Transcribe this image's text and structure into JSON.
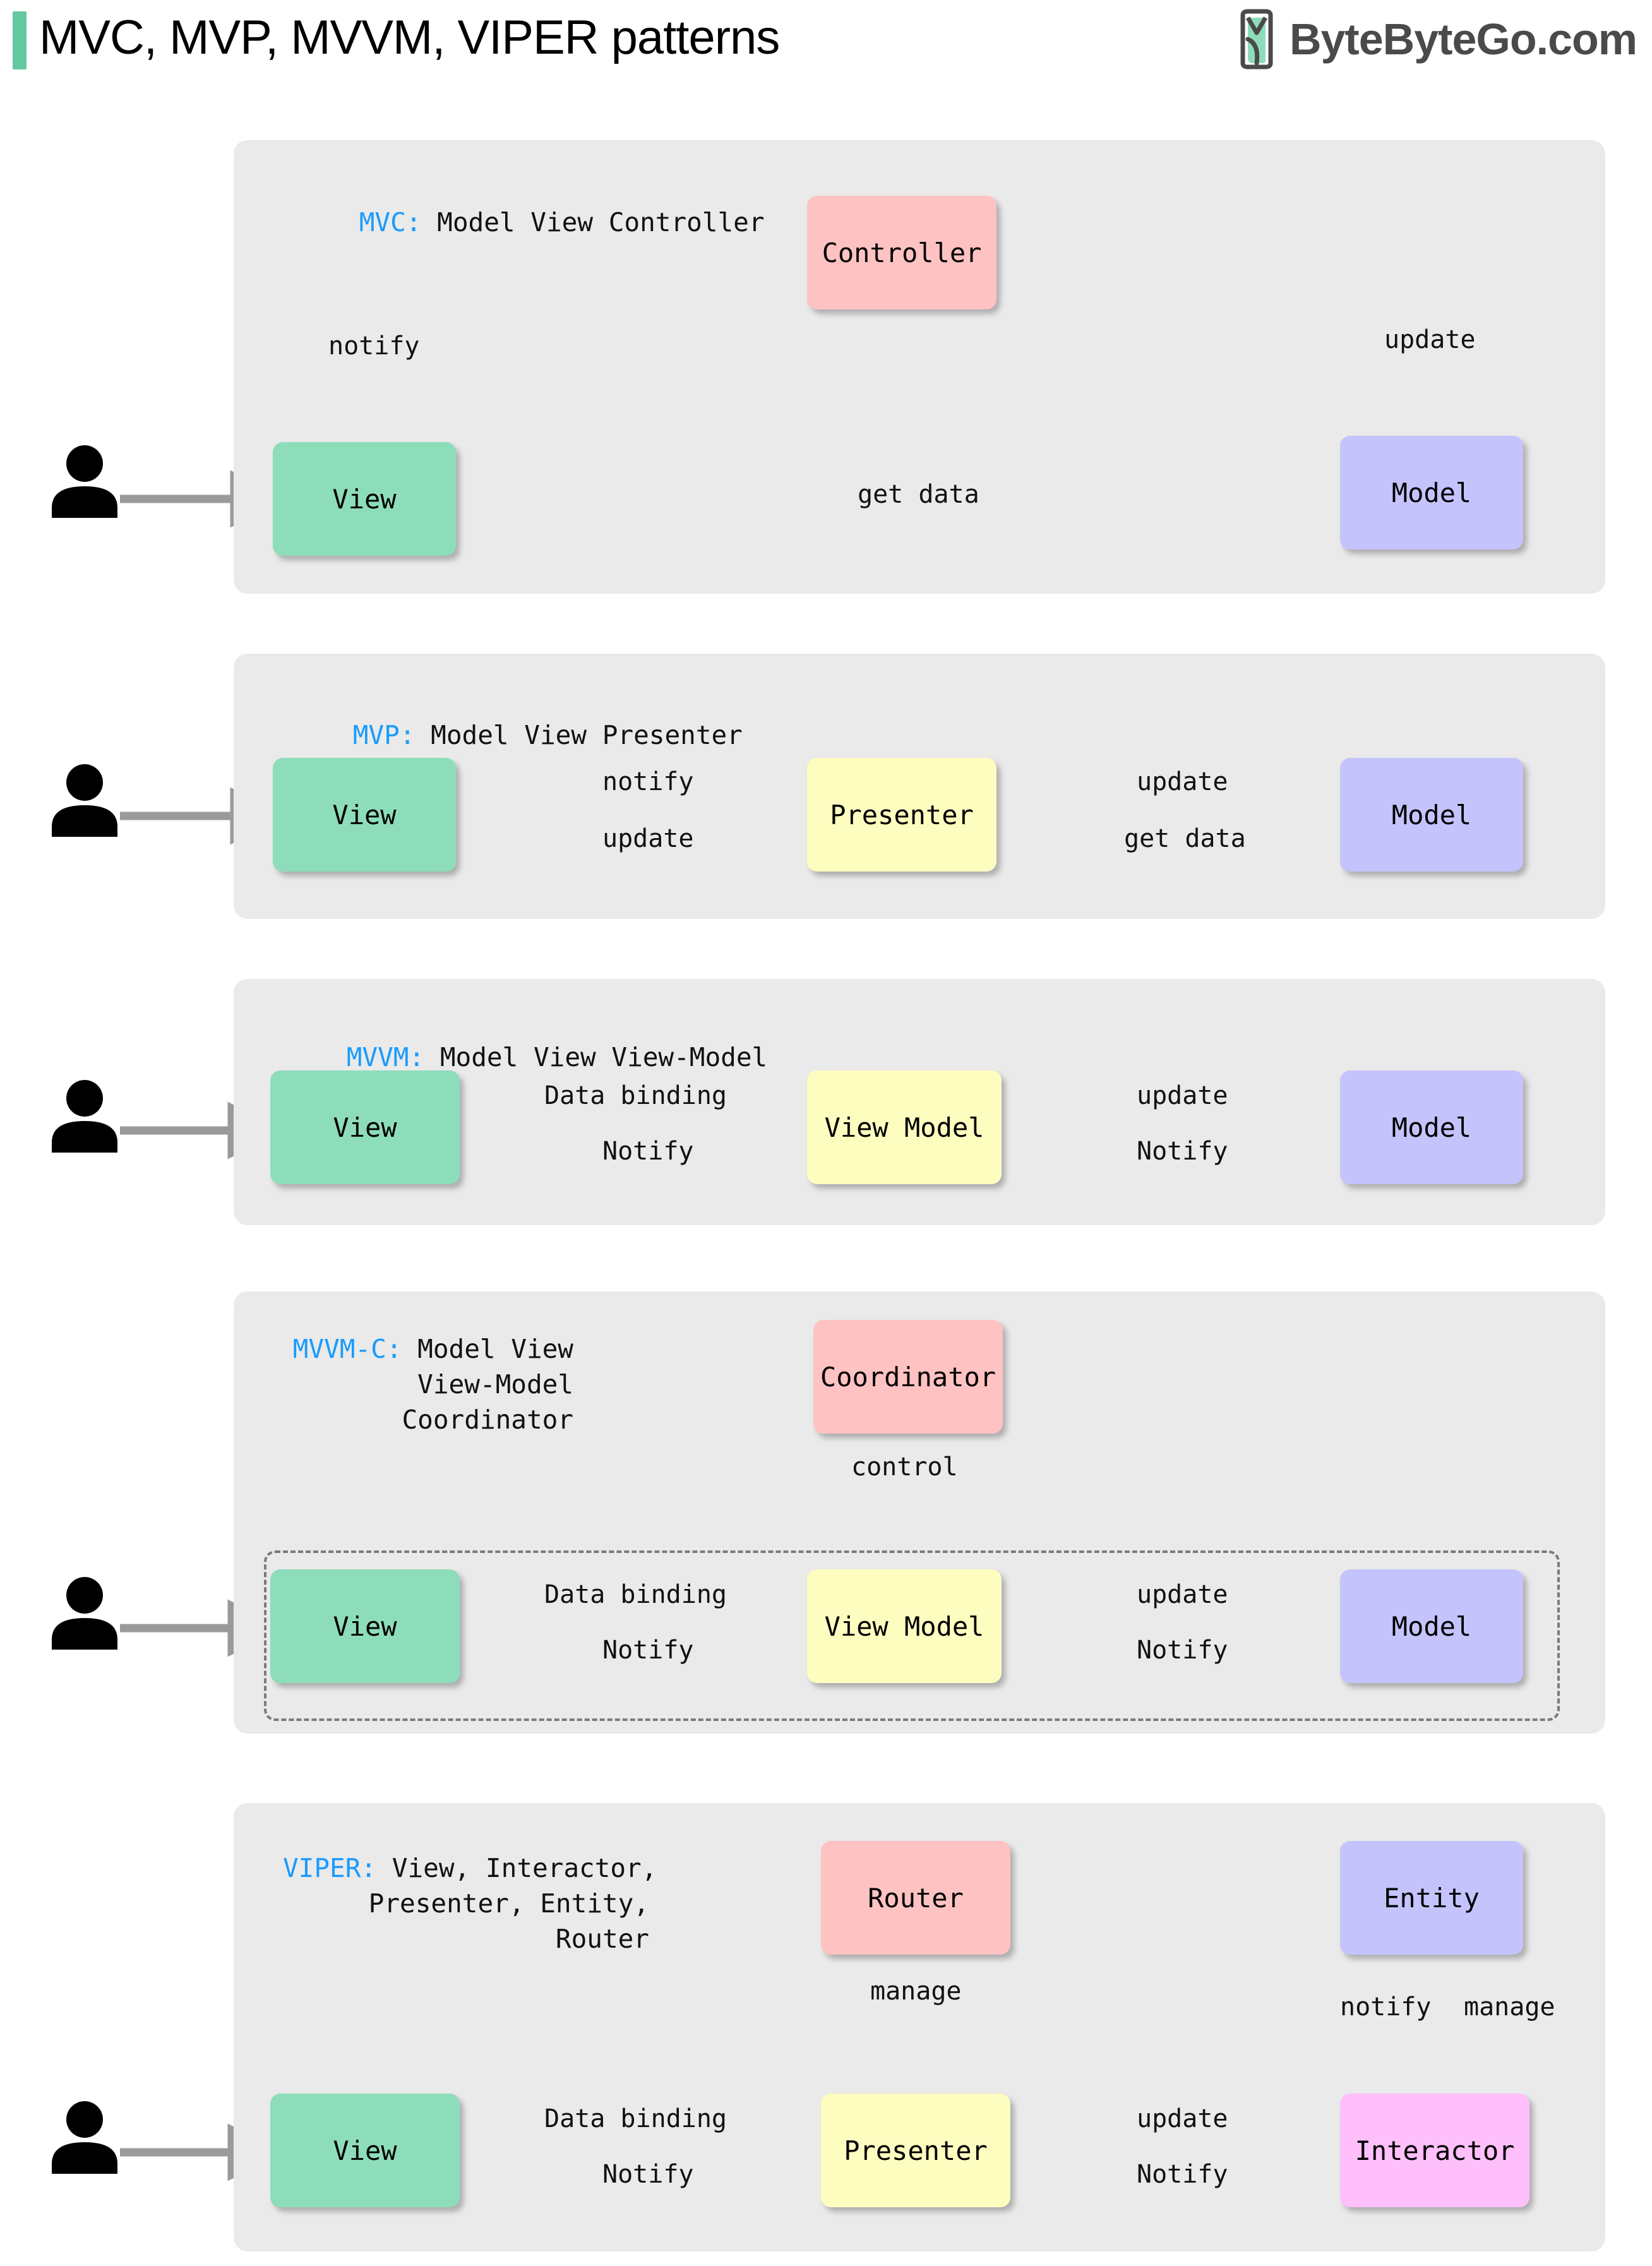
{
  "header": {
    "title": "MVC, MVP, MVVM, VIPER patterns",
    "accent_color": "#63c8a0",
    "brand_text": "ByteByteGo.com",
    "brand_icon": "bytebytego-logo-icon",
    "brand_color": "#4a4a4a"
  },
  "palette": {
    "panel_bg": "#eaeaea",
    "view": "#8eddba",
    "model": "#c5c3fc",
    "controller": "#ffc2c2",
    "presenter": "#fdfdc0",
    "interactor": "#ffbffa",
    "arrow": "#9a9a9a",
    "key_label": "#1a9bfc"
  },
  "sections": [
    {
      "id": "mvc",
      "key": "MVC:",
      "expansion": " Model View Controller",
      "nodes": [
        {
          "id": "view",
          "label": "View",
          "type": "view"
        },
        {
          "id": "controller",
          "label": "Controller",
          "type": "controller"
        },
        {
          "id": "model",
          "label": "Model",
          "type": "model"
        }
      ],
      "edges": [
        {
          "from": "view",
          "to": "controller",
          "label": "notify",
          "style": "solid"
        },
        {
          "from": "controller",
          "to": "model",
          "label": "update",
          "style": "solid"
        },
        {
          "from": "model",
          "to": "view",
          "label": "get data",
          "style": "solid"
        },
        {
          "from": "user",
          "to": "view",
          "label": "",
          "style": "solid"
        }
      ]
    },
    {
      "id": "mvp",
      "key": "MVP:",
      "expansion": " Model View Presenter",
      "nodes": [
        {
          "id": "view",
          "label": "View",
          "type": "view"
        },
        {
          "id": "presenter",
          "label": "Presenter",
          "type": "presenter"
        },
        {
          "id": "model",
          "label": "Model",
          "type": "model"
        }
      ],
      "edges": [
        {
          "from": "view",
          "to": "presenter",
          "label": "notify",
          "style": "solid"
        },
        {
          "from": "presenter",
          "to": "model",
          "label": "update",
          "style": "solid"
        },
        {
          "from": "presenter",
          "to": "view",
          "label": "update",
          "style": "solid"
        },
        {
          "from": "model",
          "to": "presenter",
          "label": "get data",
          "style": "solid"
        }
      ]
    },
    {
      "id": "mvvm",
      "key": "MVVM:",
      "expansion": " Model View View-Model",
      "nodes": [
        {
          "id": "view",
          "label": "View",
          "type": "view"
        },
        {
          "id": "viewmodel",
          "label": "View Model",
          "type": "presenter"
        },
        {
          "id": "model",
          "label": "Model",
          "type": "model"
        }
      ],
      "edges": [
        {
          "from": "view",
          "to": "viewmodel",
          "label": "Data binding",
          "style": "solid"
        },
        {
          "from": "viewmodel",
          "to": "model",
          "label": "update",
          "style": "solid"
        },
        {
          "from": "viewmodel",
          "to": "view",
          "label": "Notify",
          "style": "dashed"
        },
        {
          "from": "model",
          "to": "viewmodel",
          "label": "Notify",
          "style": "dashed"
        }
      ]
    },
    {
      "id": "mvvmc",
      "key": "MVVM-C:",
      "expansion": " Model View",
      "expansion_lines": [
        "View-Model",
        "Coordinator"
      ],
      "nodes": [
        {
          "id": "coordinator",
          "label": "Coordinator",
          "type": "controller"
        },
        {
          "id": "view",
          "label": "View",
          "type": "view"
        },
        {
          "id": "viewmodel",
          "label": "View Model",
          "type": "presenter"
        },
        {
          "id": "model",
          "label": "Model",
          "type": "model"
        }
      ],
      "edges": [
        {
          "from": "coordinator",
          "to": "group",
          "label": "control",
          "style": "solid"
        },
        {
          "from": "view",
          "to": "viewmodel",
          "label": "Data binding",
          "style": "solid"
        },
        {
          "from": "viewmodel",
          "to": "model",
          "label": "update",
          "style": "solid"
        },
        {
          "from": "viewmodel",
          "to": "view",
          "label": "Notify",
          "style": "dashed"
        },
        {
          "from": "model",
          "to": "viewmodel",
          "label": "Notify",
          "style": "dashed"
        }
      ]
    },
    {
      "id": "viper",
      "key": "VIPER:",
      "expansion": " View, Interactor,",
      "expansion_lines": [
        "Presenter, Entity,",
        "Router"
      ],
      "nodes": [
        {
          "id": "router",
          "label": "Router",
          "type": "controller"
        },
        {
          "id": "entity",
          "label": "Entity",
          "type": "model"
        },
        {
          "id": "view",
          "label": "View",
          "type": "view"
        },
        {
          "id": "presenter",
          "label": "Presenter",
          "type": "presenter"
        },
        {
          "id": "interactor",
          "label": "Interactor",
          "type": "interactor"
        }
      ],
      "edges": [
        {
          "from": "router",
          "to": "presenter",
          "label": "manage",
          "style": "solid"
        },
        {
          "from": "view",
          "to": "presenter",
          "label": "Data binding",
          "style": "solid"
        },
        {
          "from": "presenter",
          "to": "interactor",
          "label": "update",
          "style": "solid"
        },
        {
          "from": "presenter",
          "to": "view",
          "label": "Notify",
          "style": "dashed"
        },
        {
          "from": "interactor",
          "to": "presenter",
          "label": "Notify",
          "style": "dashed"
        },
        {
          "from": "entity",
          "to": "interactor",
          "label": "notify",
          "style": "solid"
        },
        {
          "from": "interactor",
          "to": "entity",
          "label": "manage",
          "style": "solid"
        }
      ]
    }
  ],
  "labels": {
    "mvc_notify": "notify",
    "mvc_update": "update",
    "mvc_getdata": "get data",
    "mvp_notify": "notify",
    "mvp_update_right": "update",
    "mvp_update_left": "update",
    "mvp_getdata": "get data",
    "mvvm_databinding": "Data binding",
    "mvvm_update": "update",
    "mvvm_notify_left": "Notify",
    "mvvm_notify_right": "Notify",
    "mvvmc_control": "control",
    "mvvmc_databinding": "Data binding",
    "mvvmc_update": "update",
    "mvvmc_notify_left": "Notify",
    "mvvmc_notify_right": "Notify",
    "viper_manage_router": "manage",
    "viper_databinding": "Data binding",
    "viper_update": "update",
    "viper_notify_left": "Notify",
    "viper_notify_right": "Notify",
    "viper_notify_entity": "notify",
    "viper_manage_entity": "manage"
  },
  "node_text": {
    "view": "View",
    "model": "Model",
    "controller": "Controller",
    "presenter": "Presenter",
    "viewmodel": "View Model",
    "coordinator": "Coordinator",
    "router": "Router",
    "entity": "Entity",
    "interactor": "Interactor"
  }
}
